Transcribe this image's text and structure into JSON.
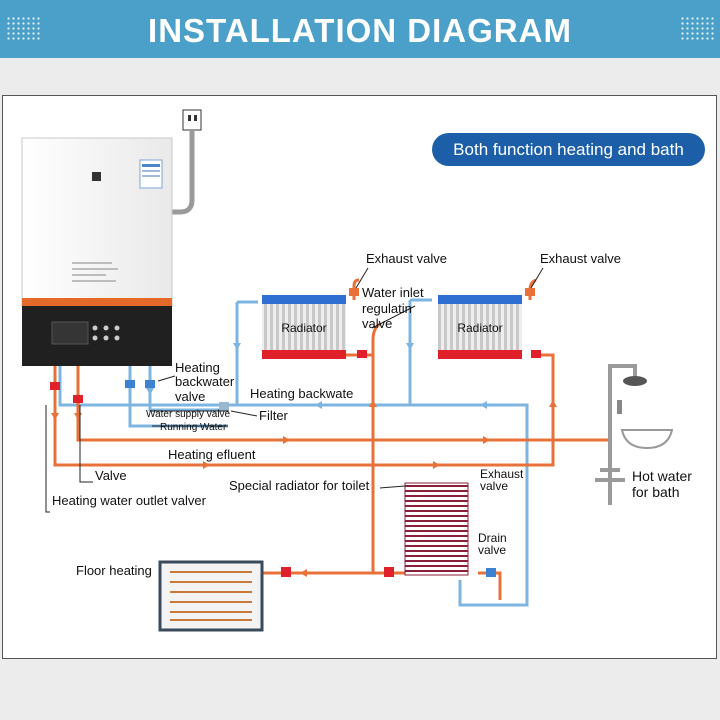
{
  "title": "INSTALLATION DIAGRAM",
  "badge": "Both function heating and bath",
  "labels": {
    "exhaust_valve_1": "Exhaust valve",
    "exhaust_valve_2": "Exhaust valve",
    "water_inlet_1": "Water inlet",
    "water_inlet_2": "regulatin",
    "water_inlet_3": "valve",
    "radiator_1": "Radiator",
    "radiator_2": "Radiator",
    "heating_backwater_valve_1": "Heating",
    "heating_backwater_valve_2": "backwater",
    "heating_backwater_valve_3": "valve",
    "heating_backwater": "Heating backwate",
    "water_supply_valve": "Water supply valve",
    "filter": "Filter",
    "running_water": "Running Water",
    "heating_effluent": "Heating efluent",
    "valve": "Valve",
    "heating_water_outlet_valve": "Heating water outlet valver",
    "special_radiator": "Special radiator for toilet",
    "exhaust_valve_3a": "Exhaust",
    "exhaust_valve_3b": "valve",
    "drain_valve_a": "Drain",
    "drain_valve_b": "valve",
    "floor_heating": "Floor heating",
    "hot_water_1": "Hot water",
    "hot_water_2": "for bath"
  },
  "colors": {
    "banner": "#4aa0c8",
    "badge": "#1c5fa8",
    "hot_pipe": "#e8713a",
    "cold_pipe": "#7db4e0",
    "radiator_top": "#2e6fd1",
    "radiator_bottom": "#e0202a"
  }
}
